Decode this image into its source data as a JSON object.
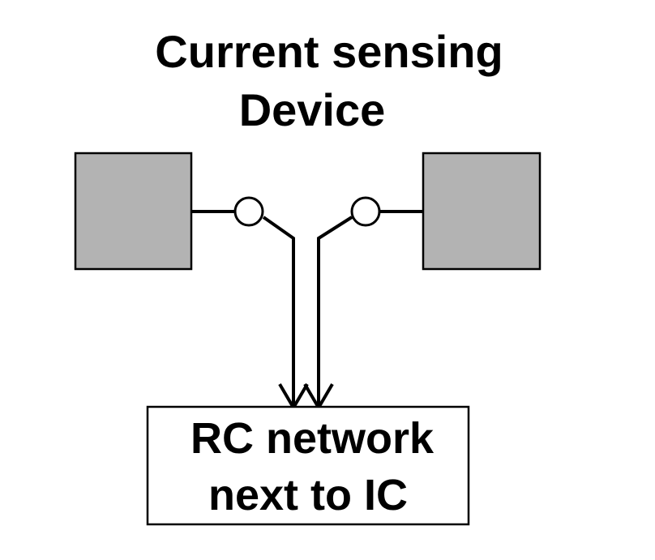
{
  "title": {
    "line1": "Current sensing",
    "line2": "Device"
  },
  "target_box": {
    "line1": "RC network",
    "line2": "next to IC"
  },
  "colors": {
    "pad_fill": "#b3b3b3",
    "stroke": "#000000",
    "background": "#ffffff"
  }
}
